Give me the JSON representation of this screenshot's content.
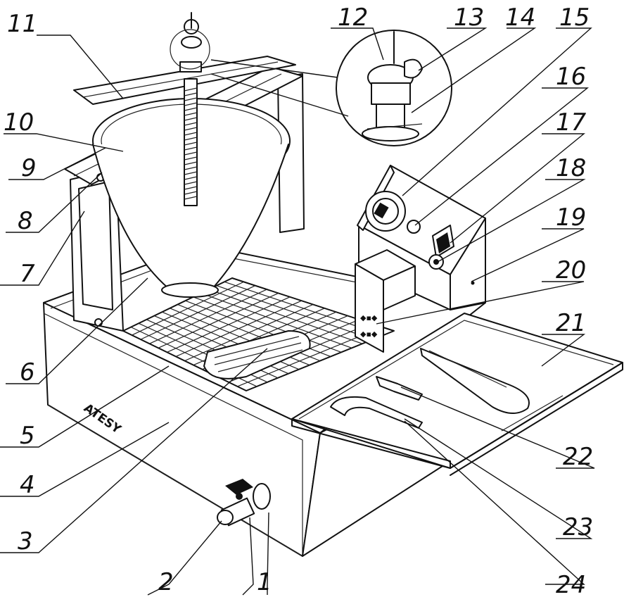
{
  "brand": "ATESY",
  "callouts": [
    "1",
    "2",
    "3",
    "4",
    "5",
    "6",
    "7",
    "8",
    "9",
    "10",
    "11",
    "12",
    "13",
    "14",
    "15",
    "16",
    "17",
    "18",
    "19",
    "20",
    "21",
    "22",
    "23",
    "24"
  ]
}
